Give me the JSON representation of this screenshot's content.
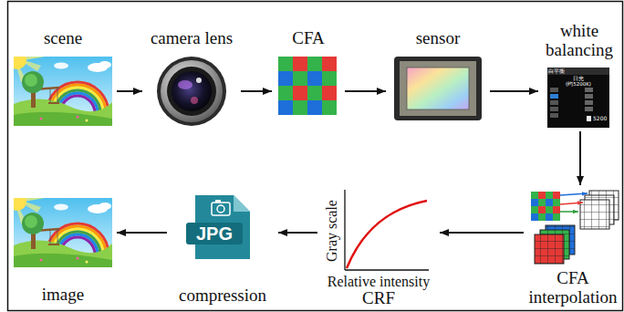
{
  "diagram": {
    "nodes": [
      {
        "text": [
          "scene"
        ]
      },
      {
        "text": [
          "camera lens"
        ]
      },
      {
        "text": [
          "CFA"
        ]
      },
      {
        "text": [
          "sensor"
        ]
      },
      {
        "text": [
          "white balancing"
        ]
      },
      {
        "text": [
          "CFA interpolation"
        ]
      },
      {
        "text": [
          "Gray scale",
          "Relative intensity",
          "CRF"
        ]
      },
      {
        "text": [
          "JPG",
          "compression"
        ]
      },
      {
        "text": [
          "image"
        ]
      }
    ],
    "edges": [
      {
        "from": 0,
        "to": 1,
        "arrow": "to"
      },
      {
        "from": 1,
        "to": 2,
        "arrow": "to"
      },
      {
        "from": 2,
        "to": 3,
        "arrow": "to"
      },
      {
        "from": 3,
        "to": 4,
        "arrow": "to"
      },
      {
        "from": 4,
        "to": 5,
        "arrow": "to"
      },
      {
        "from": 5,
        "to": 6,
        "arrow": "to"
      },
      {
        "from": 6,
        "to": 7,
        "arrow": "to"
      },
      {
        "from": 7,
        "to": 8,
        "arrow": "to"
      }
    ],
    "labels": [
      "白平衡",
      "日光",
      "(约5200K)",
      "5200"
    ]
  }
}
